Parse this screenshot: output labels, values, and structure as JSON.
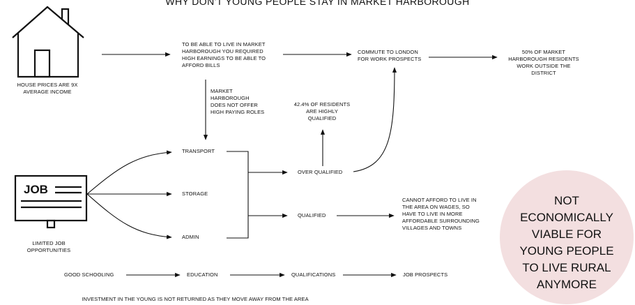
{
  "title": "WHY DON'T YOUNG PEOPLE STAY IN MARKET HARBOROUGH",
  "house": {
    "icon": "house-icon",
    "caption": "HOUSE PRICES ARE 9X\nAVERAGE INCOME"
  },
  "job": {
    "icon": "job-poster-icon",
    "icon_text": "JOB",
    "caption": "LIMITED JOB\nOPPORTUNITIES"
  },
  "nodes": {
    "earnings": "TO BE ABLE TO LIVE IN MARKET\nHARBOROUGH YOU REQUIRED\nHIGH EARNINGS TO BE ABLE TO\nAFFORD BILLS",
    "commute": "COMMUTE TO LONDON\nFOR WORK PROSPECTS",
    "residents_outside": "50% OF MARKET\nHARBOROUGH RESIDENTS\nWORK OUTSIDE THE\nDISTRICT",
    "no_high_paying": "MARKET\nHARBOROUGH\nDOES NOT OFFER\nHIGH PAYING ROLES",
    "highly_qualified": "42.4% OF RESIDENTS\nARE HIGHLY\nQUALIFIED",
    "transport": "TRANSPORT",
    "storage": "STORAGE",
    "admin": "ADMIN",
    "over_qualified": "OVER QUALIFIED",
    "qualified": "QUALIFIED",
    "cannot_afford": "CANNOT AFFORD TO LIVE IN\nTHE AREA ON WAGES, SO\nHAVE TO LIVE IN MORE\nAFFORDABLE SURROUNDING\nVILLAGES AND TOWNS",
    "good_schooling": "GOOD SCHOOLING",
    "education": "EDUCATION",
    "qualifications": "QUALIFICATIONS",
    "job_prospects": "JOB PROSPECTS"
  },
  "footer": "INVESTMENT IN THE YOUNG IS NOT RETURNED AS THEY MOVE AWAY FROM THE AREA",
  "conclusion": "NOT\nECONOMICALLY\nVIABLE FOR\nYOUNG PEOPLE\nTO LIVE RURAL\nANYMORE",
  "colors": {
    "ink": "#111111",
    "circle": "#f3dfe0"
  }
}
